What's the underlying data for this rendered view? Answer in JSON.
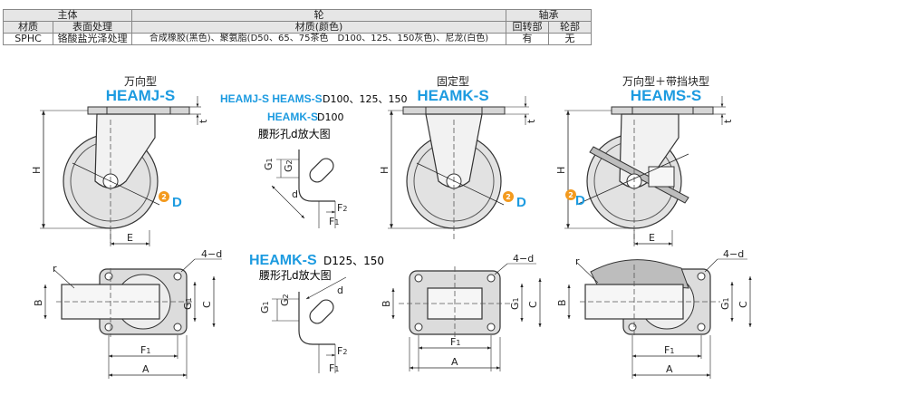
{
  "table": {
    "groups": {
      "main": "主体",
      "wheel": "轮",
      "bearing": "轴承"
    },
    "headers": {
      "material": "材质",
      "surface": "表面处理",
      "wheel_material": "材质(颜色)",
      "swivel": "回转部",
      "wheel_part": "轮部"
    },
    "row": {
      "material": "SPHC",
      "surface": "铬酸盐光泽处理",
      "wheel_material": "合成橡胶(黑色)、聚氨脂(D50、65、75茶色　D100、125、150灰色)、尼龙(白色)",
      "swivel": "有",
      "wheel_part": "无"
    }
  },
  "views": {
    "heamj": {
      "type_label": "万向型",
      "model": "HEAMJ-S"
    },
    "heamk": {
      "type_label": "固定型",
      "model": "HEAMK-S"
    },
    "heams": {
      "type_label": "万向型＋带挡块型",
      "model": "HEAMS-S"
    }
  },
  "slot_detail": {
    "line1_models": "HEAMJ-S  HEAMS-S",
    "line1_sizes": "D100、125、150",
    "line2_model": "HEAMK-S",
    "line2_sizes": "D100",
    "caption": "腰形孔d放大图",
    "line3_model": "HEAMK-S",
    "line3_sizes": "D125、150",
    "caption2": "腰形孔d放大图"
  },
  "dims": {
    "H": "H",
    "t": "t",
    "E": "E",
    "D": "D",
    "d": "d",
    "hole": "4−d",
    "A": "A",
    "B": "B",
    "C": "C",
    "r": "r",
    "F": "F",
    "G": "G",
    "sub1": "1",
    "sub2": "2",
    "marker": "2"
  },
  "colors": {
    "accent": "#1d9be0",
    "marker": "#f39a1e",
    "wheel": "#cfcfcf",
    "plate": "#d6d6d6"
  }
}
